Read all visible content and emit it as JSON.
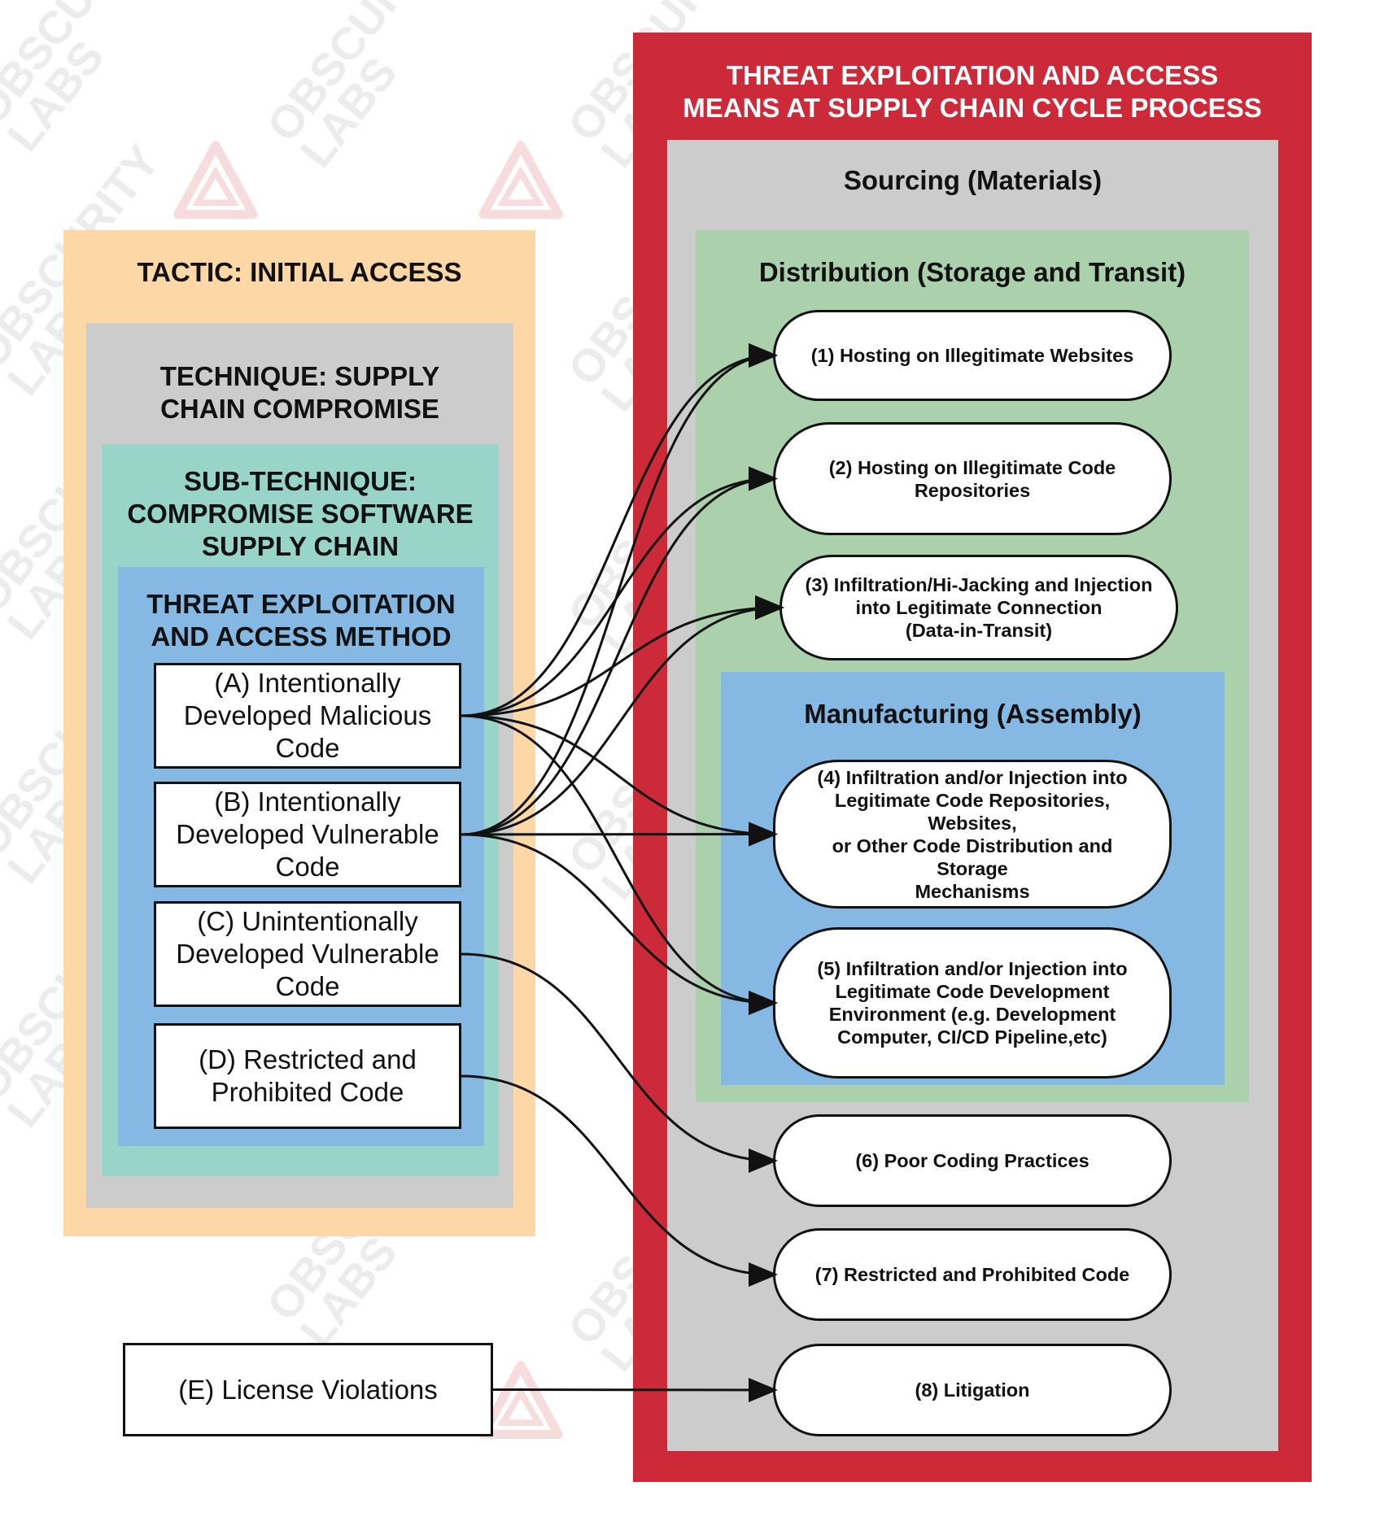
{
  "watermark": {
    "line1": "OBSCURITY",
    "line2": "LABS"
  },
  "left": {
    "tactic": "TACTIC: INITIAL ACCESS",
    "technique_line1": "TECHNIQUE: SUPPLY",
    "technique_line2": "CHAIN COMPROMISE",
    "sub_line1": "SUB-TECHNIQUE:",
    "sub_line2": "COMPROMISE SOFTWARE",
    "sub_line3": "SUPPLY CHAIN",
    "method_line1": "THREAT EXPLOITATION",
    "method_line2": "AND ACCESS METHOD",
    "methods": [
      {
        "id": "A",
        "line1": "(A) Intentionally",
        "line2": "Developed Malicious",
        "line3": "Code"
      },
      {
        "id": "B",
        "line1": "(B) Intentionally",
        "line2": "Developed Vulnerable",
        "line3": "Code"
      },
      {
        "id": "C",
        "line1": "(C) Unintentionally",
        "line2": "Developed Vulnerable",
        "line3": "Code"
      },
      {
        "id": "D",
        "line1": "(D) Restricted and",
        "line2": "Prohibited Code"
      }
    ],
    "license": "(E) License Violations"
  },
  "right": {
    "header_line1": "THREAT EXPLOITATION AND ACCESS",
    "header_line2": "MEANS AT SUPPLY CHAIN CYCLE PROCESS",
    "sourcing": "Sourcing (Materials)",
    "distribution": "Distribution (Storage and Transit)",
    "manufacturing": "Manufacturing (Assembly)",
    "means": [
      {
        "n": 1,
        "lines": [
          "(1) Hosting on Illegitimate Websites"
        ]
      },
      {
        "n": 2,
        "lines": [
          "(2) Hosting on Illegitimate Code",
          "Repositories"
        ]
      },
      {
        "n": 3,
        "lines": [
          "(3) Infiltration/Hi-Jacking and Injection",
          "into Legitimate Connection",
          "(Data-in-Transit)"
        ]
      },
      {
        "n": 4,
        "lines": [
          "(4) Infiltration and/or Injection into",
          "Legitimate Code Repositories, Websites,",
          "or Other Code Distribution and Storage",
          "Mechanisms"
        ]
      },
      {
        "n": 5,
        "lines": [
          "(5) Infiltration and/or Injection into",
          "Legitimate Code Development",
          "Environment (e.g. Development",
          "Computer, CI/CD Pipeline,etc)"
        ]
      },
      {
        "n": 6,
        "lines": [
          "(6) Poor Coding Practices"
        ]
      },
      {
        "n": 7,
        "lines": [
          "(7) Restricted and Prohibited Code"
        ]
      },
      {
        "n": 8,
        "lines": [
          "(8) Litigation"
        ]
      }
    ]
  },
  "colors": {
    "tactic_bg": "#fdd8a6",
    "technique_bg": "#cccccc",
    "subtechnique_bg": "#98d4c8",
    "method_bg": "#85b8e3",
    "header_bg": "#cc2a39",
    "sourcing_bg": "#cccccc",
    "distribution_bg": "#abd0ac",
    "manufacturing_bg": "#85b8e3"
  },
  "connections": [
    [
      "A",
      1
    ],
    [
      "A",
      2
    ],
    [
      "A",
      3
    ],
    [
      "A",
      4
    ],
    [
      "A",
      5
    ],
    [
      "B",
      1
    ],
    [
      "B",
      2
    ],
    [
      "B",
      3
    ],
    [
      "B",
      4
    ],
    [
      "B",
      5
    ],
    [
      "C",
      6
    ],
    [
      "D",
      7
    ],
    [
      "E",
      8
    ]
  ]
}
